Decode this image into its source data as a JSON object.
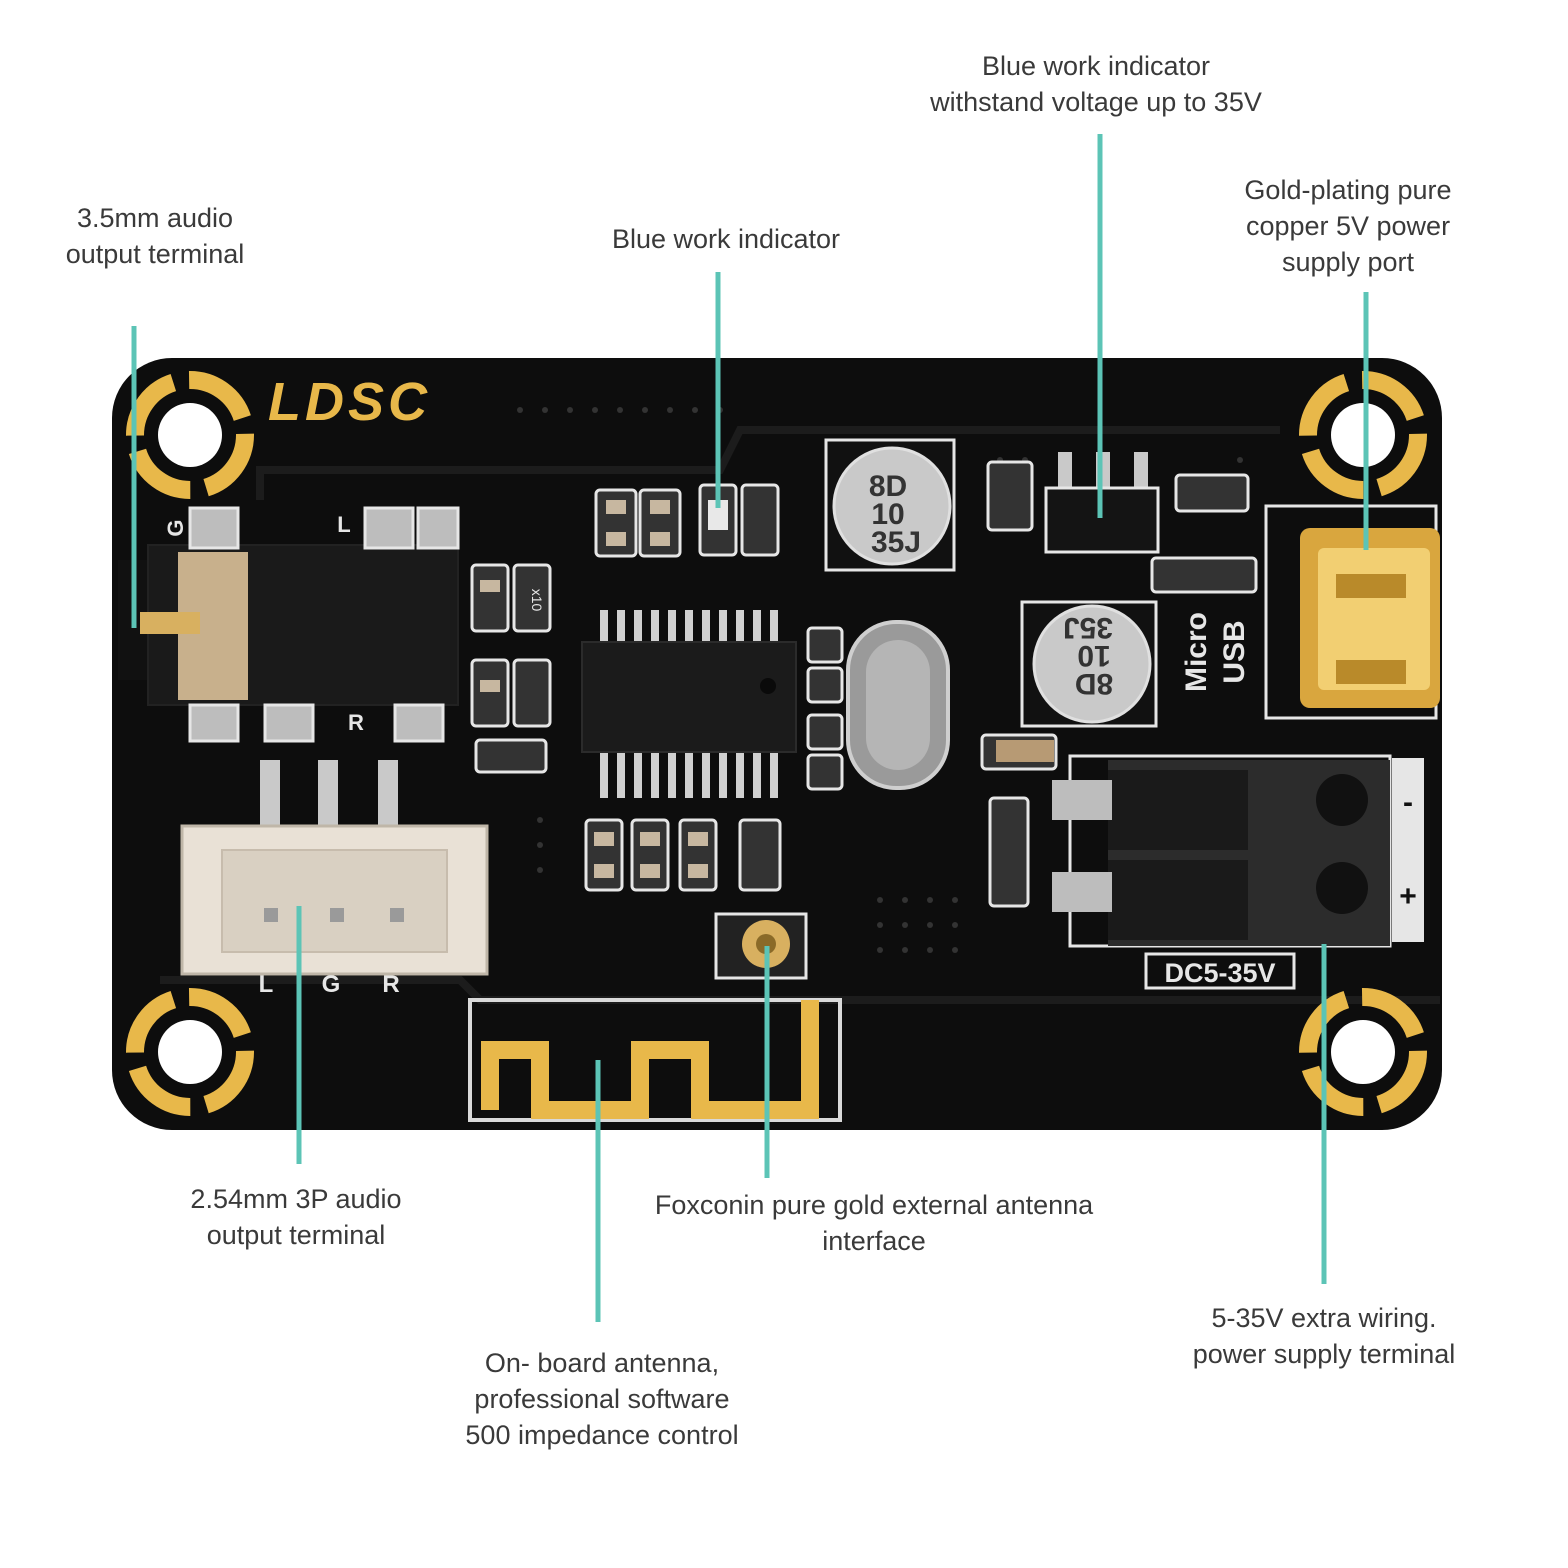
{
  "colors": {
    "leader": "#5cc4b6",
    "board": "#0d0d0d",
    "gold": "#e8b84a",
    "silkscreen": "#e6e6e6",
    "label_text": "#3a3a3a"
  },
  "board": {
    "brand": "LDSC",
    "jack_labels": {
      "g": "G",
      "l": "L",
      "r": "R"
    },
    "header_labels": {
      "l": "L",
      "g": "G",
      "r": "R"
    },
    "usb_label": {
      "line1": "Micro",
      "line2": "USB"
    },
    "dc_label": "DC5-35V",
    "terminal_minus": "-",
    "terminal_plus": "+",
    "cap1_marking": [
      "8D",
      "10",
      "35J"
    ],
    "cap2_marking": [
      "8D",
      "10",
      "35J"
    ],
    "smd_marking": "x10"
  },
  "callouts": {
    "audio_jack": {
      "line1": "3.5mm audio",
      "line2": "output terminal"
    },
    "blue_indicator": {
      "line1": "Blue work indicator"
    },
    "blue_indicator_voltage": {
      "line1": "Blue work indicator",
      "line2": "withstand voltage up to 35V"
    },
    "usb_port": {
      "line1": "Gold-plating pure",
      "line2": "copper 5V power",
      "line3": "supply port"
    },
    "header_3p": {
      "line1": "2.54mm 3P audio",
      "line2": "output terminal"
    },
    "ext_antenna": {
      "line1": "Foxconin pure gold external antenna",
      "line2": "interface"
    },
    "onboard_antenna": {
      "line1": "On- board antenna,",
      "line2": "professional software",
      "line3": "500 impedance control"
    },
    "dc_terminal": {
      "line1": "5-35V extra wiring.",
      "line2": "power supply terminal"
    }
  }
}
